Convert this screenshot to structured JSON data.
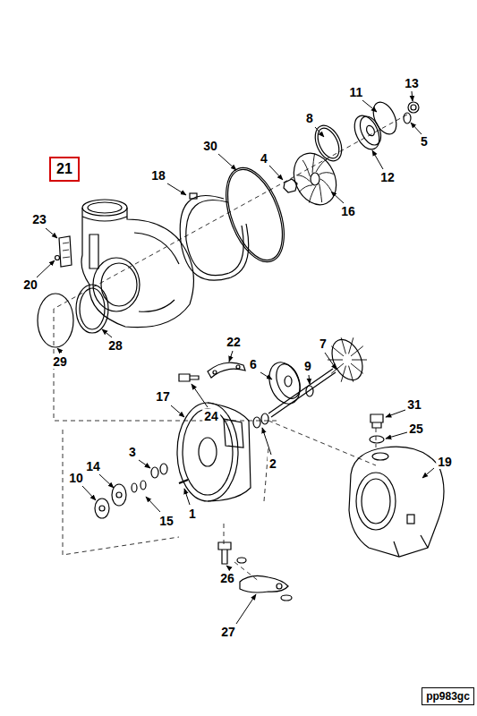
{
  "diagram": {
    "nodes": [
      {
        "text": [
          "21"
        ]
      },
      {
        "text": [
          "pp983gc"
        ]
      }
    ],
    "labels": [
      "13",
      "11",
      "8",
      "5",
      "12",
      "30",
      "4",
      "18",
      "16",
      "23",
      "20",
      "28",
      "29",
      "22",
      "7",
      "6",
      "9",
      "24",
      "17",
      "3",
      "2",
      "31",
      "25",
      "14",
      "19",
      "10",
      "15",
      "1",
      "26",
      "27"
    ]
  }
}
